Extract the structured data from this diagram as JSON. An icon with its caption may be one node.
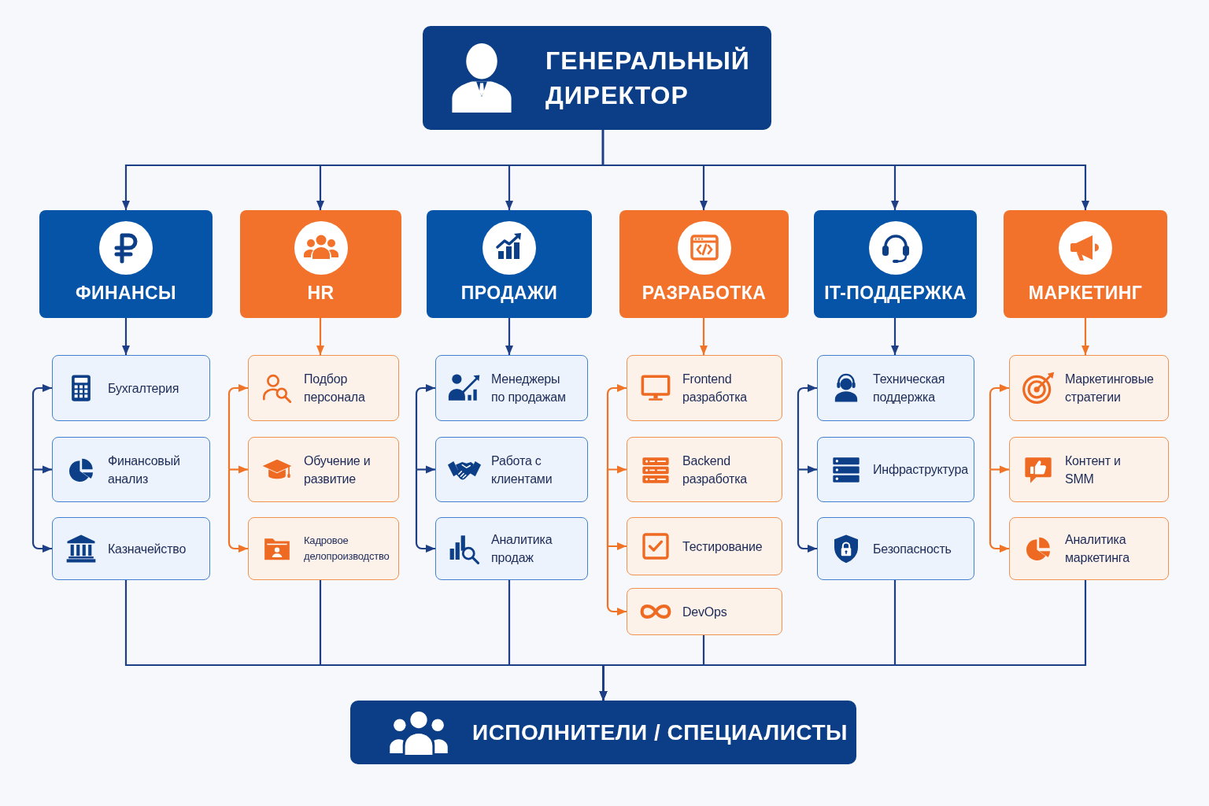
{
  "diagram": {
    "nodes": [
      {
        "text": [
          "ГЕНЕРАЛЬНЫЙ ДИРЕКТОР"
        ]
      },
      {
        "text": [
          "ФИНАНСЫ"
        ]
      },
      {
        "text": [
          "HR"
        ]
      },
      {
        "text": [
          "ПРОДАЖИ"
        ]
      },
      {
        "text": [
          "РАЗРАБОТКА"
        ]
      },
      {
        "text": [
          "IT-ПОДДЕРЖКА"
        ]
      },
      {
        "text": [
          "МАРКЕТИНГ"
        ]
      },
      {
        "text": [
          "Бухгалтерия"
        ]
      },
      {
        "text": [
          "Финансовый анализ"
        ]
      },
      {
        "text": [
          "Казначейство"
        ]
      },
      {
        "text": [
          "Подбор персонала"
        ]
      },
      {
        "text": [
          "Обучение и развитие"
        ]
      },
      {
        "text": [
          "Кадровое делопроизводство"
        ]
      },
      {
        "text": [
          "Менеджеры по продажам"
        ]
      },
      {
        "text": [
          "Работа с клиентами"
        ]
      },
      {
        "text": [
          "Аналитика продаж"
        ]
      },
      {
        "text": [
          "Frontend разработка"
        ]
      },
      {
        "text": [
          "Backend разработка"
        ]
      },
      {
        "text": [
          "Тестирование"
        ]
      },
      {
        "text": [
          "DevOps"
        ]
      },
      {
        "text": [
          "Техническая поддержка"
        ]
      },
      {
        "text": [
          "Инфраструктура"
        ]
      },
      {
        "text": [
          "Безопасность"
        ]
      },
      {
        "text": [
          "Маркетинговые стратегии"
        ]
      },
      {
        "text": [
          "Контент и SMM"
        ]
      },
      {
        "text": [
          "Аналитика маркетинга"
        ]
      },
      {
        "text": [
          "ИСПОЛНИТЕЛИ / СПЕЦИАЛИСТЫ"
        ]
      }
    ],
    "edges": [
      {
        "from": 0,
        "to": 1,
        "arrow": "to"
      },
      {
        "from": 0,
        "to": 2,
        "arrow": "to"
      },
      {
        "from": 0,
        "to": 3,
        "arrow": "to"
      },
      {
        "from": 0,
        "to": 4,
        "arrow": "to"
      },
      {
        "from": 0,
        "to": 5,
        "arrow": "to"
      },
      {
        "from": 0,
        "to": 6,
        "arrow": "to"
      },
      {
        "from": 1,
        "to": 7,
        "arrow": "to"
      },
      {
        "from": null,
        "to": 7,
        "arrow": "to"
      },
      {
        "from": null,
        "to": 8,
        "arrow": "to"
      },
      {
        "from": null,
        "to": 9,
        "arrow": "to"
      },
      {
        "from": 2,
        "to": 10,
        "arrow": "to",
        "color": "#f07427"
      },
      {
        "from": null,
        "to": 10,
        "arrow": "to",
        "color": "#f07427"
      },
      {
        "from": null,
        "to": 11,
        "arrow": "to",
        "color": "#f07427"
      },
      {
        "from": null,
        "to": 12,
        "arrow": "to",
        "color": "#f07427"
      },
      {
        "from": 3,
        "to": 13,
        "arrow": "to"
      },
      {
        "from": null,
        "to": 13,
        "arrow": "to"
      },
      {
        "from": null,
        "to": 14,
        "arrow": "to"
      },
      {
        "from": null,
        "to": 15,
        "arrow": "to"
      },
      {
        "from": 4,
        "to": 16,
        "arrow": "to",
        "color": "#f07427"
      },
      {
        "from": null,
        "to": 16,
        "arrow": "to",
        "color": "#f07427"
      },
      {
        "from": null,
        "to": 17,
        "arrow": "to",
        "color": "#f07427"
      },
      {
        "from": null,
        "to": 18,
        "arrow": "to",
        "color": "#f07427"
      },
      {
        "from": null,
        "to": 19,
        "arrow": "to",
        "color": "#f07427"
      },
      {
        "from": 5,
        "to": 20,
        "arrow": "to"
      },
      {
        "from": null,
        "to": 20,
        "arrow": "to"
      },
      {
        "from": null,
        "to": 21,
        "arrow": "to"
      },
      {
        "from": null,
        "to": 22,
        "arrow": "to"
      },
      {
        "from": 6,
        "to": 23,
        "arrow": "to",
        "color": "#f07427"
      },
      {
        "from": null,
        "to": 23,
        "arrow": "to",
        "color": "#f07427"
      },
      {
        "from": null,
        "to": 24,
        "arrow": "to",
        "color": "#f07427"
      },
      {
        "from": null,
        "to": 25,
        "arrow": "to",
        "color": "#f07427"
      },
      {
        "from": 9,
        "to": 26,
        "arrow": "to"
      },
      {
        "from": 12,
        "to": 26,
        "arrow": "to"
      },
      {
        "from": 15,
        "to": 26,
        "arrow": "to"
      },
      {
        "from": 19,
        "to": 26,
        "arrow": "to"
      },
      {
        "from": 22,
        "to": 26,
        "arrow": "to"
      },
      {
        "from": 25,
        "to": 26,
        "arrow": "to"
      }
    ]
  }
}
